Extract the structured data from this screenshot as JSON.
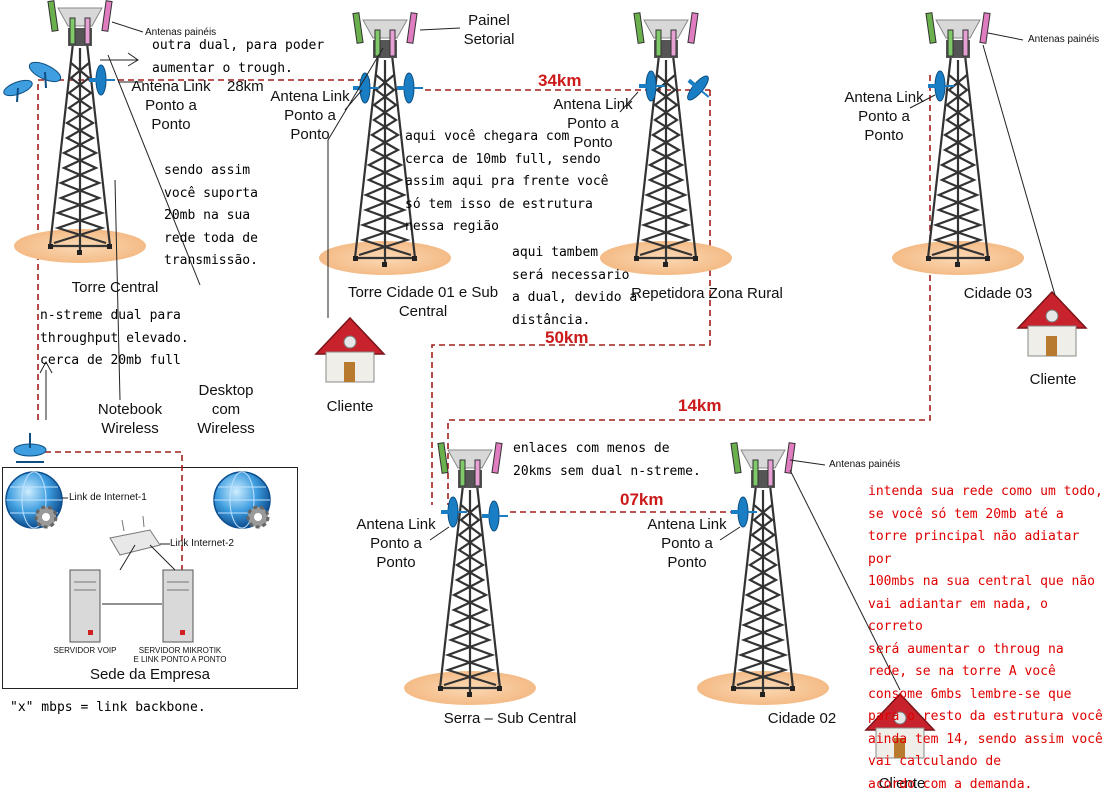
{
  "colors": {
    "link": "#a0201c",
    "tower": "#3a3a3a",
    "shadow": "#f7c79a",
    "dish": "#1a7ec4",
    "red_text": "#e00000",
    "distance": "#cc1a1a",
    "house_roof": "#c8232c"
  },
  "towers": {
    "central": "Torre Central",
    "cidade01": "Torre Cidade 01 e Sub\nCentral",
    "rural": "Repetidora Zona Rural",
    "cidade03": "Cidade 03",
    "serra": "Serra – Sub Central",
    "cidade02": "Cidade 02"
  },
  "labels": {
    "antenas_paineis": "Antenas painéis",
    "painel_setorial": "Painel\nSetorial",
    "antena_link": "Antena Link\nPonto a\nPonto",
    "cliente": "Cliente",
    "notebook": "Notebook\nWireless",
    "desktop": "Desktop\ncom\nWireless",
    "link_internet_1": "Link de Internet-1",
    "link_internet_2": "Link Internet-2",
    "servidor_voip": "SERVIDOR VOIP",
    "servidor_mikrotik": "SERVIDOR MIKROTIK\nE LINK PONTO A PONTO",
    "sede": "Sede da Empresa",
    "backbone": "\"x\" mbps = link backbone."
  },
  "distances": {
    "d28": "28km",
    "d34": "34km",
    "d50": "50km",
    "d14": "14km",
    "d07": "07km"
  },
  "notes": {
    "outra_dual": "outra dual, para poder\naumentar o trough.",
    "sendo_assim": "sendo assim\nvocê suporta\n20mb na sua\nrede toda de\ntransmissão.",
    "nstreme": "n-streme dual para\nthroughput elevado.\ncerca de 20mb full",
    "aqui_voce": "aqui você chegara com\ncerca de 10mb full, sendo\nassim aqui pra frente você\nsó tem isso de estrutura\nnessa região",
    "aqui_tambem": "aqui tambem\nserá necessario\na dual, devido a\ndistância.",
    "enlaces": "enlaces com menos de\n20kms sem dual n-streme.",
    "intenda": "intenda sua rede como um todo,\nse você só tem 20mb até a\ntorre principal não adiatar por\n100mbs na sua central que não\nvai adiantar em nada, o correto\nserá aumentar o throug na\nrede, se na torre A você\nconsome 6mbs lembre-se que\npara o resto da estrutura você\nainda tem 14, sendo assim você\n       vai calculando de\n    acordo com a demanda."
  }
}
